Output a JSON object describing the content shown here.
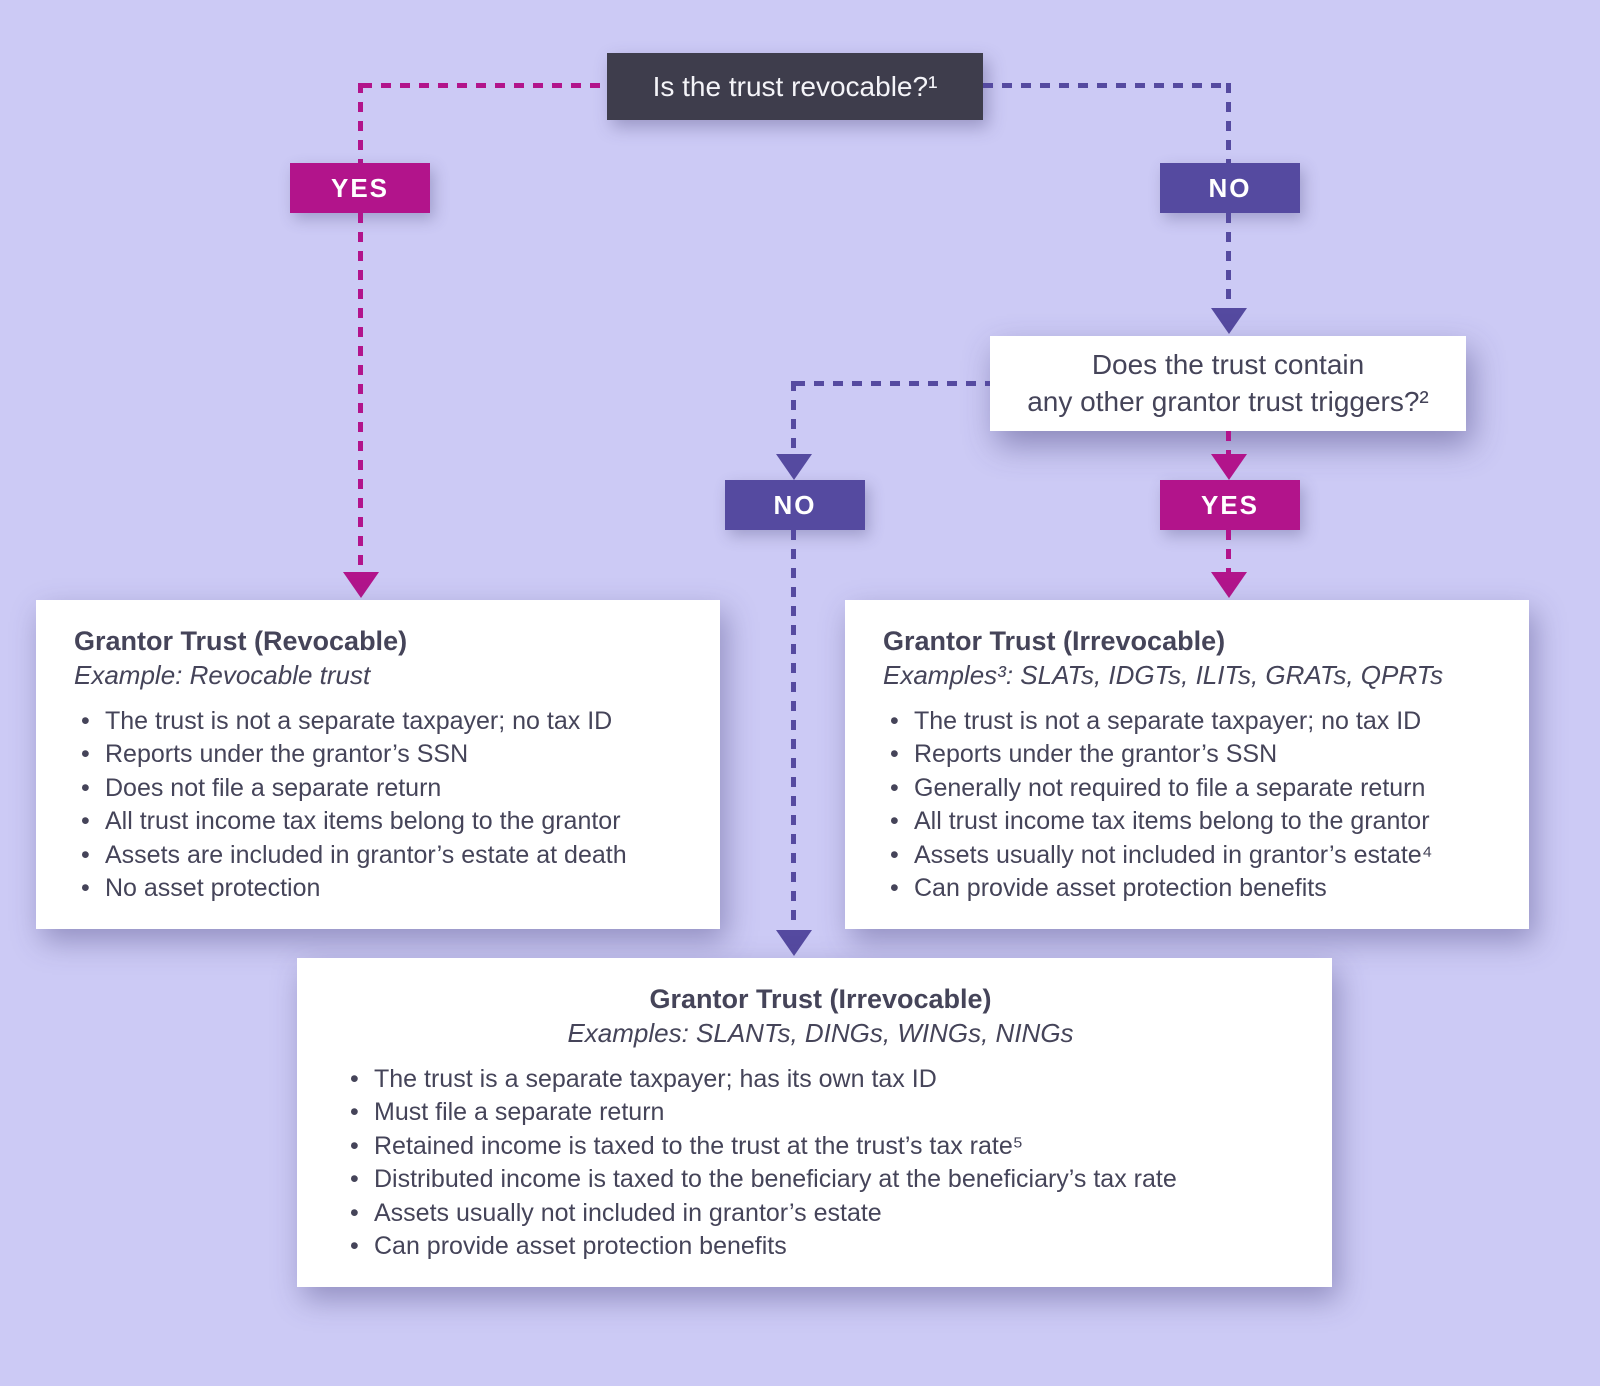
{
  "colors": {
    "background": "#cccaf5",
    "magenta": "#b2148b",
    "purple": "#554aa0",
    "dark_node": "#3e3d4c",
    "text": "#454459",
    "node_background": "#ffffff"
  },
  "flowchart": {
    "root_question": "Is the trust revocable?¹",
    "branch_yes_label": "YES",
    "branch_no_label": "NO",
    "second_question": {
      "line1": "Does the trust contain",
      "line2": "any other grantor trust triggers?²"
    },
    "second_branch_no_label": "NO",
    "second_branch_yes_label": "YES",
    "outcomes": {
      "revocable": {
        "title": "Grantor Trust (Revocable)",
        "example": "Example: Revocable trust",
        "bullets": [
          "The trust is not a separate taxpayer; no tax ID",
          "Reports under the grantor’s SSN",
          "Does not file a separate return",
          "All trust income tax items belong to the grantor",
          "Assets are included in grantor’s estate at death",
          "No asset protection"
        ]
      },
      "irrevocable_grantor": {
        "title": "Grantor Trust (Irrevocable)",
        "example": "Examples³: SLATs, IDGTs, ILITs, GRATs, QPRTs",
        "bullets": [
          "The trust is not a separate taxpayer; no tax ID",
          "Reports under the grantor’s SSN",
          "Generally not required to file a separate return",
          "All trust income tax items belong to the grantor",
          "Assets usually not included in grantor’s estate⁴",
          "Can provide asset protection benefits"
        ]
      },
      "irrevocable_no_triggers": {
        "title": "Grantor Trust (Irrevocable)",
        "example": "Examples: SLANTs, DINGs, WINGs, NINGs",
        "bullets": [
          "The trust is a separate taxpayer; has its own tax ID",
          "Must file a separate return",
          "Retained income is taxed to the trust at the trust’s tax rate⁵",
          "Distributed income is taxed to the beneficiary at the beneficiary’s tax rate",
          "Assets usually not included in grantor’s estate",
          "Can provide asset protection benefits"
        ]
      }
    }
  }
}
